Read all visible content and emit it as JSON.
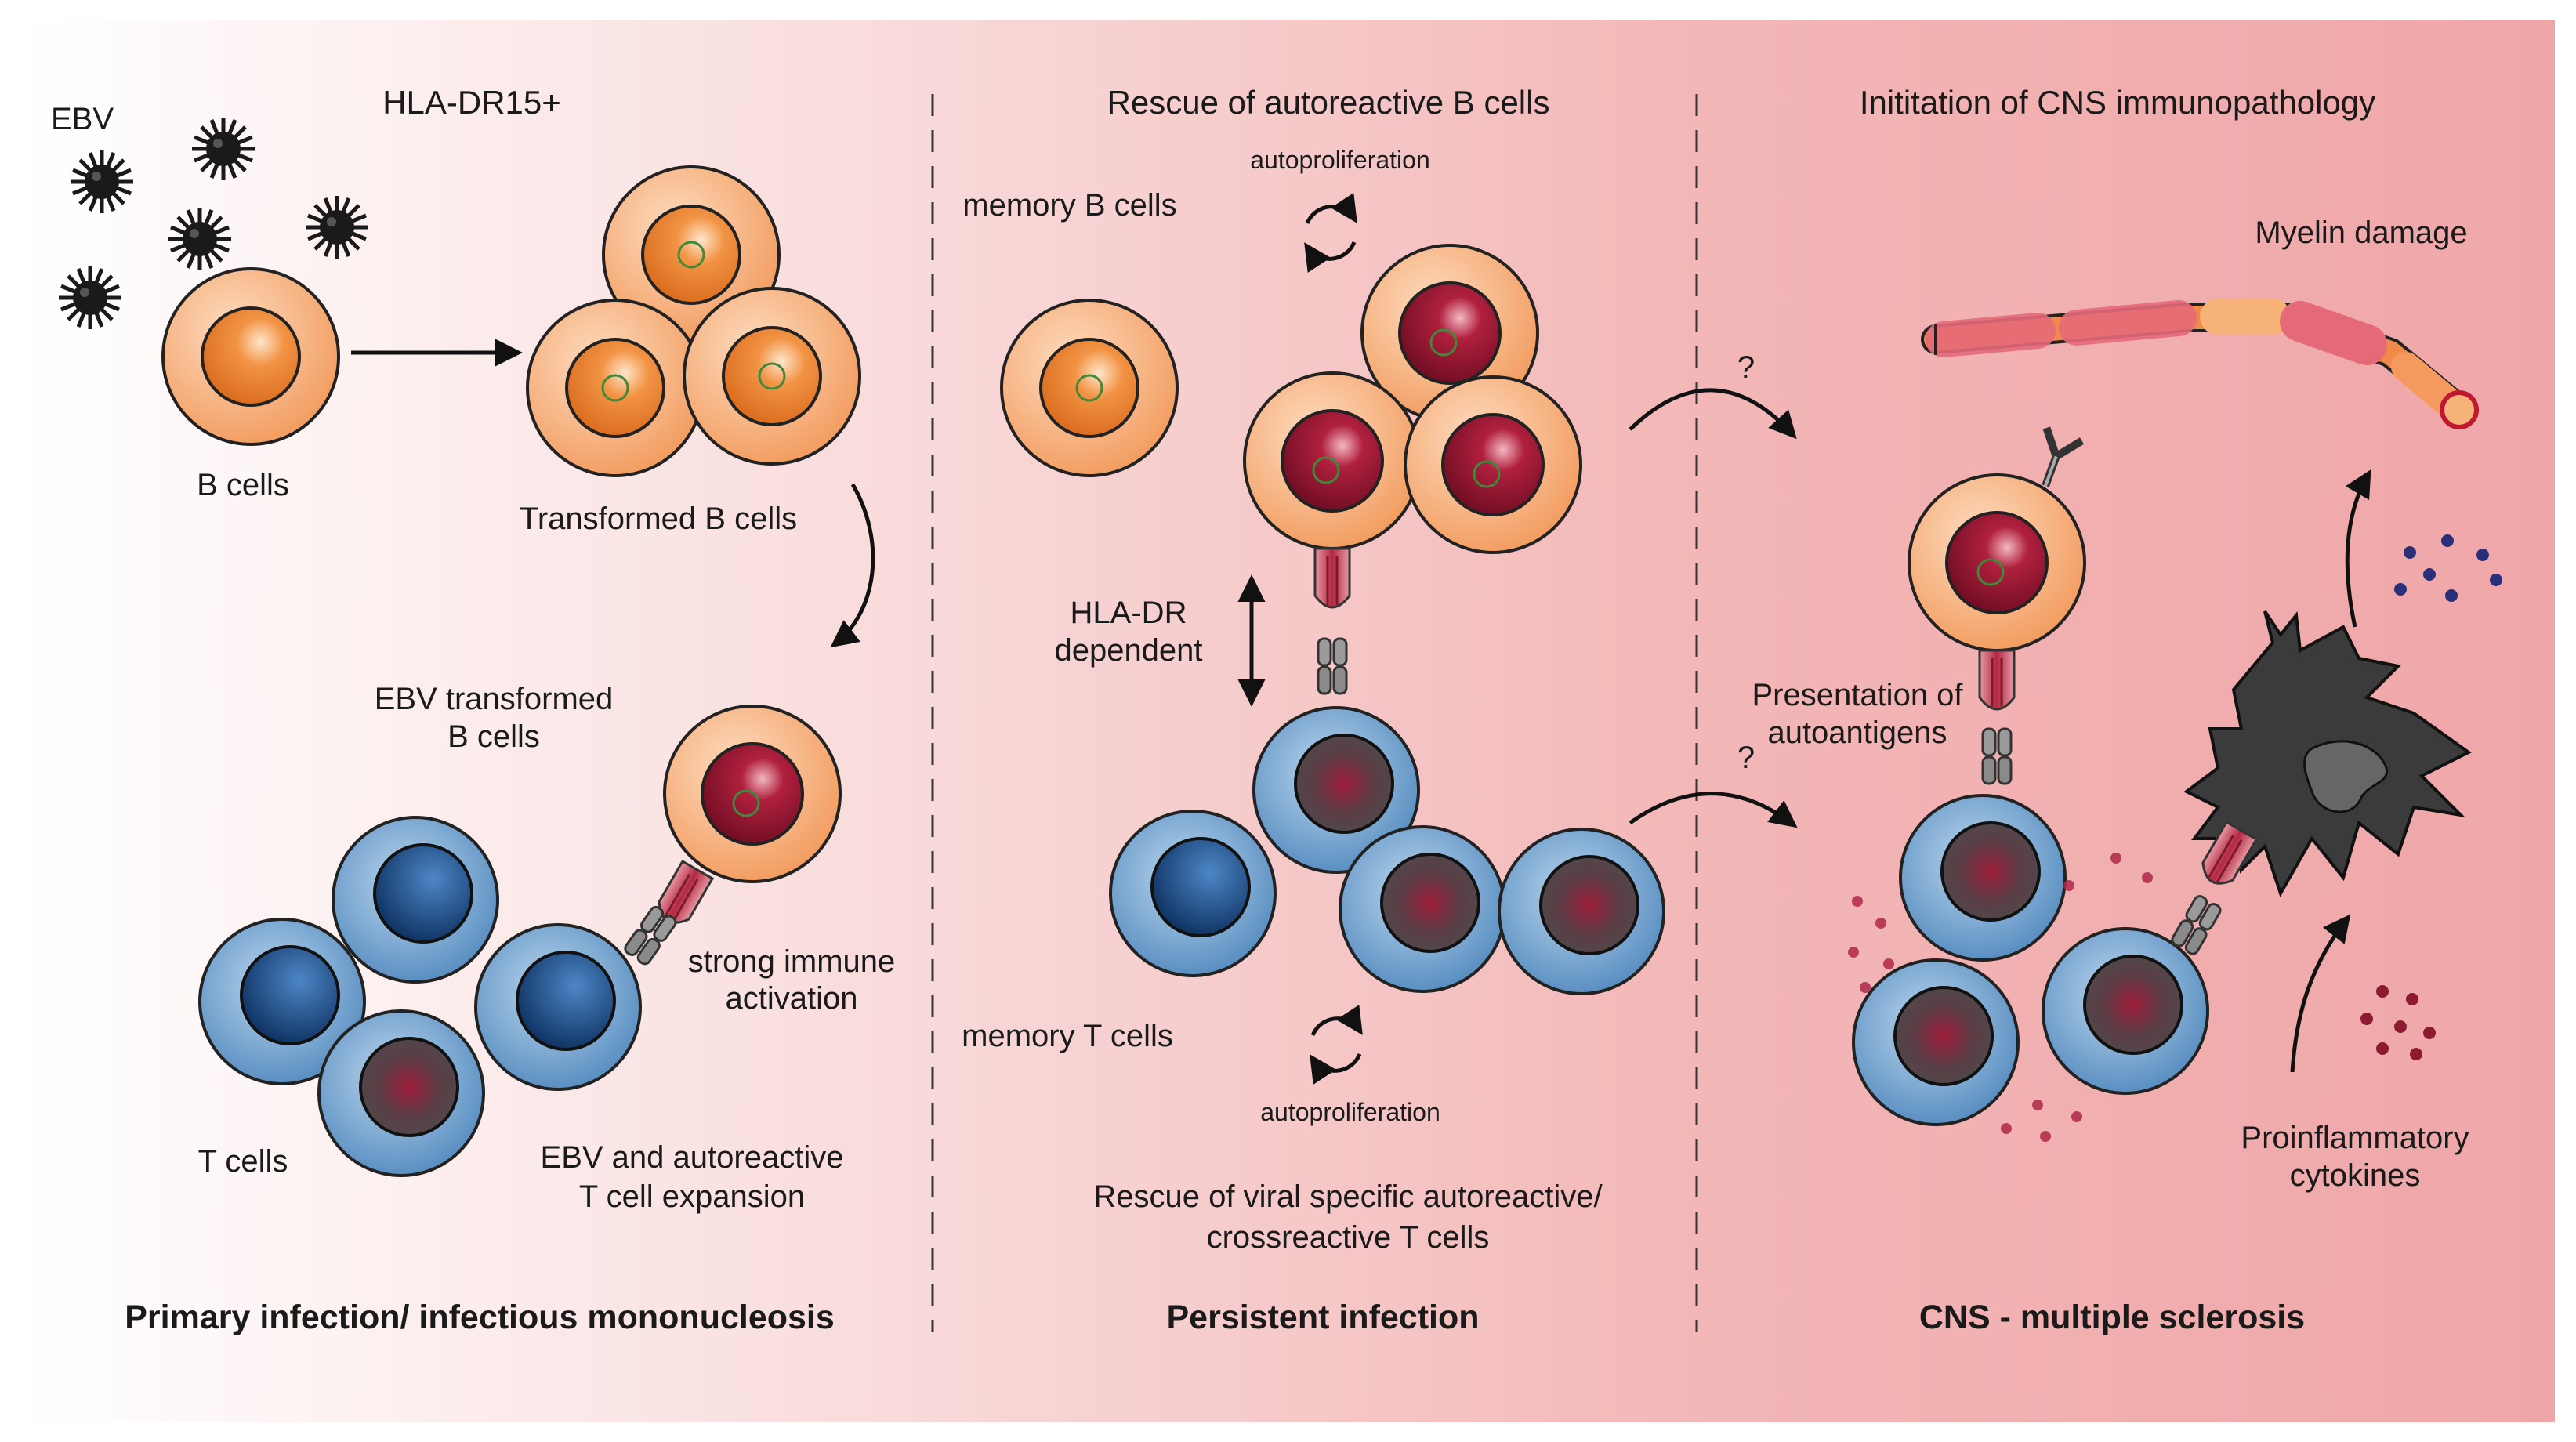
{
  "colors": {
    "b_cell_outer": "#f8b886",
    "b_cell_nucleus": "#ee8533",
    "b_cell_nucleus_dark": "#9e1633",
    "t_cell_outer": "#7aa6cf",
    "t_cell_nucleus": "#1f4f86",
    "t_cell_nucleus_grey": "#585858",
    "microglia": "#3a3a3a",
    "background_tint": "#f0a9ab"
  },
  "panels": [
    {
      "title": "HLA-DR15+",
      "footer": "Primary infection/ infectious mononucleosis",
      "labels": {
        "ebv": "EBV",
        "b_cells": "B cells",
        "transformed": "Transformed B cells",
        "ebv_transformed": [
          "EBV transformed",
          "B cells"
        ],
        "strong": [
          "strong immune",
          "activation"
        ],
        "t_cells": "T cells",
        "expansion": [
          "EBV and autoreactive",
          "T cell expansion"
        ]
      }
    },
    {
      "title": "Rescue of autoreactive B cells",
      "footer": "Persistent infection",
      "labels": {
        "memory_b": "memory B cells",
        "autoprolif_top": "autoproliferation",
        "hla_dr": [
          "HLA-DR",
          "dependent"
        ],
        "memory_t": "memory T cells",
        "autoprolif_bottom": "autoproliferation",
        "rescue_viral": [
          "Rescue of viral specific autoreactive/",
          "crossreactive T cells"
        ]
      }
    },
    {
      "title": "Inititation of CNS immunopathology",
      "footer": "CNS - multiple sclerosis",
      "labels": {
        "myelin": "Myelin damage",
        "q1": "?",
        "q2": "?",
        "presentation": [
          "Presentation of",
          "autoantigens"
        ],
        "proinflam": [
          "Proinflammatory",
          "cytokines"
        ]
      }
    }
  ],
  "icons": [
    "virus-icon",
    "autoproliferation-cycle-icon",
    "antibody-icon",
    "myelin-axon-icon",
    "microglia-icon"
  ]
}
